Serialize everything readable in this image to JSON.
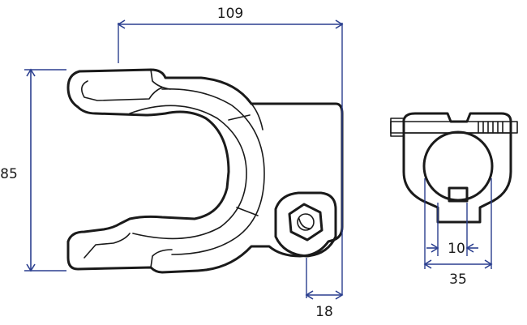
{
  "colors": {
    "dimension": "#2b3f8f",
    "outline": "#1a1a1a",
    "fill": "#ffffff"
  },
  "dimensions": {
    "overall_length": "109",
    "height": "85",
    "hub_width": "18",
    "bore": "10",
    "section_width": "35"
  }
}
